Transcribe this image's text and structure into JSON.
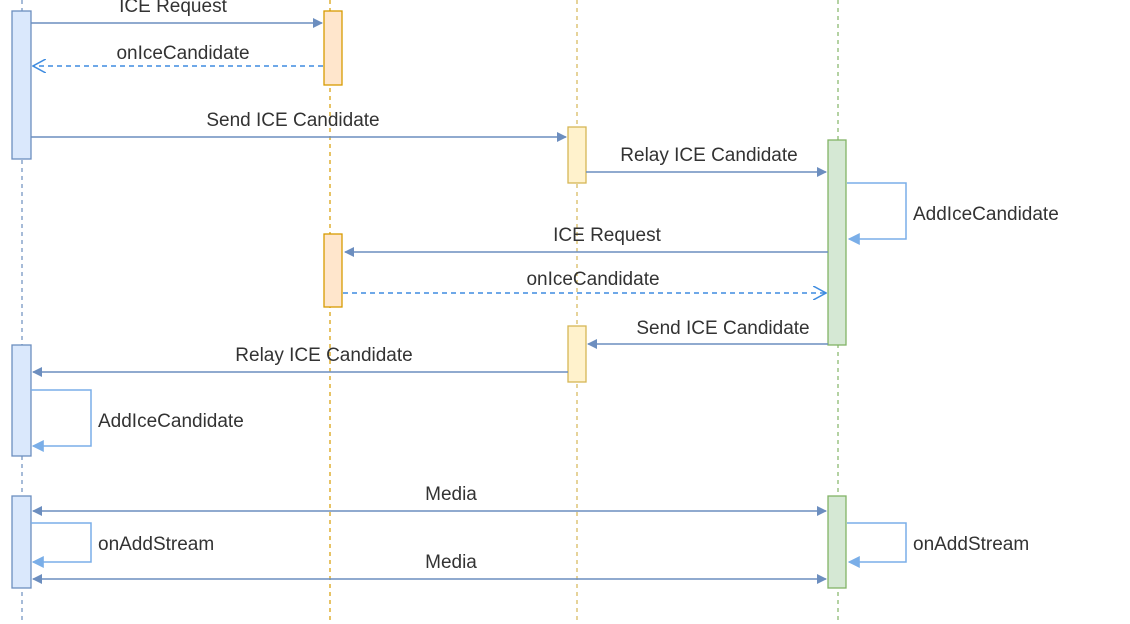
{
  "colors": {
    "lifeline_blue": "#6c8ebf",
    "lifeline_orange": "#d79b00",
    "lifeline_yellow": "#d6b656",
    "lifeline_green": "#82b366",
    "blue_fill": "#dae8fc",
    "blue_stroke": "#6c8ebf",
    "orange_fill": "#ffe6cc",
    "orange_stroke": "#d79b00",
    "yellow_fill": "#fff2cc",
    "yellow_stroke": "#d6b656",
    "green_fill": "#d5e8d4",
    "green_stroke": "#82b366",
    "message_color": "#6c8ebf",
    "return_color": "#3f8ce0",
    "self_color": "#7aaee8",
    "text_color": "#333333"
  },
  "messages": [
    {
      "id": "ice-request-1",
      "label": "ICE Request",
      "style": "solid",
      "direction": "right"
    },
    {
      "id": "on-ice-candidate-1",
      "label": "onIceCandidate",
      "style": "dashed",
      "direction": "left"
    },
    {
      "id": "send-ice-candidate-1",
      "label": "Send ICE Candidate",
      "style": "solid",
      "direction": "right"
    },
    {
      "id": "relay-ice-candidate-1",
      "label": "Relay ICE Candidate",
      "style": "solid",
      "direction": "right"
    },
    {
      "id": "add-ice-candidate-1",
      "label": "AddIceCandidate",
      "style": "self",
      "direction": "self"
    },
    {
      "id": "ice-request-2",
      "label": "ICE Request",
      "style": "solid",
      "direction": "left"
    },
    {
      "id": "on-ice-candidate-2",
      "label": "onIceCandidate",
      "style": "dashed",
      "direction": "right"
    },
    {
      "id": "send-ice-candidate-2",
      "label": "Send ICE Candidate",
      "style": "solid",
      "direction": "left"
    },
    {
      "id": "relay-ice-candidate-2",
      "label": "Relay ICE Candidate",
      "style": "solid",
      "direction": "left"
    },
    {
      "id": "add-ice-candidate-2",
      "label": "AddIceCandidate",
      "style": "self",
      "direction": "self"
    },
    {
      "id": "media-1",
      "label": "Media",
      "style": "bidirectional",
      "direction": "both"
    },
    {
      "id": "on-add-stream-left",
      "label": "onAddStream",
      "style": "self",
      "direction": "self"
    },
    {
      "id": "on-add-stream-right",
      "label": "onAddStream",
      "style": "self",
      "direction": "self"
    },
    {
      "id": "media-2",
      "label": "Media",
      "style": "bidirectional",
      "direction": "both"
    }
  ]
}
